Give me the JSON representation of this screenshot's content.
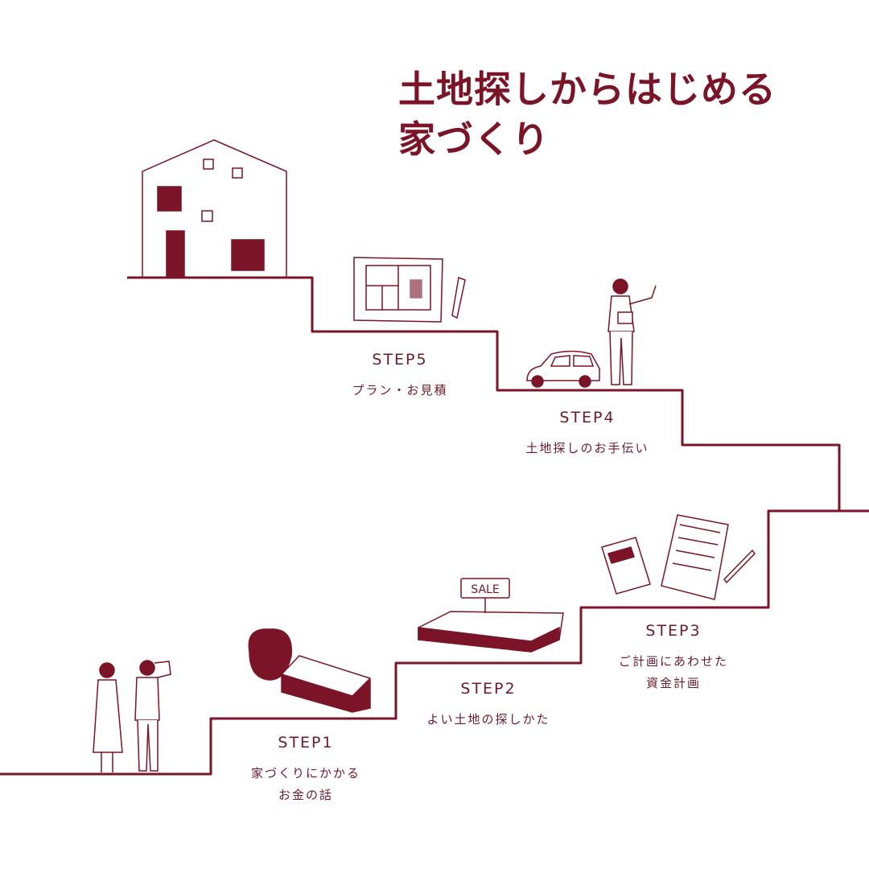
{
  "title": {
    "line1": "土地探しからはじめる",
    "line2": "家づくり"
  },
  "colors": {
    "accent": "#7a1426",
    "background": "#ffffff"
  },
  "steps": [
    {
      "number": "STEP1",
      "desc1": "家づくりにかかる",
      "desc2": "お金の話"
    },
    {
      "number": "STEP2",
      "desc1": "よい土地の探しかた"
    },
    {
      "number": "STEP3",
      "desc1": "ご計画にあわせた",
      "desc2": "資金計画"
    },
    {
      "number": "STEP4",
      "desc1": "土地探しのお手伝い"
    },
    {
      "number": "STEP5",
      "desc1": "プラン・お見積"
    }
  ],
  "sale_sign": "SALE"
}
